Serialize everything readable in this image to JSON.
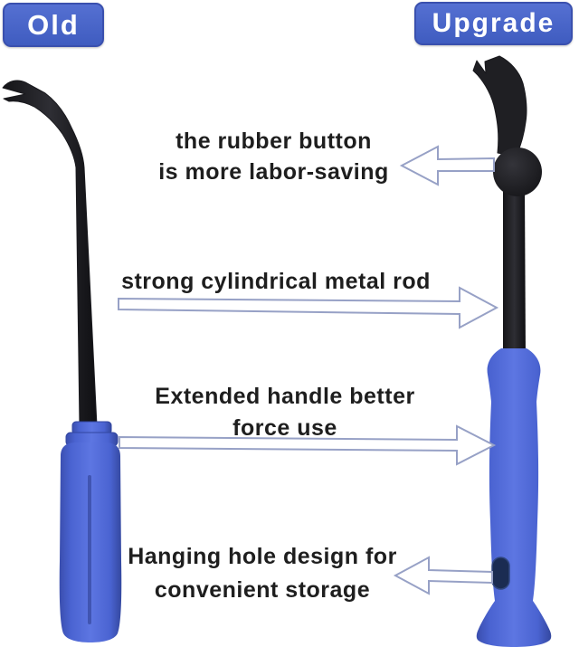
{
  "badges": {
    "old": "Old",
    "upgrade": "Upgrade"
  },
  "annotations": {
    "rubber_button": {
      "line1": "the rubber button",
      "line2": "is more labor-saving",
      "arrow_direction": "left"
    },
    "metal_rod": {
      "line1": "strong cylindrical metal rod",
      "arrow_direction": "right"
    },
    "extended_handle": {
      "line1": "Extended handle better",
      "line2": "force use",
      "arrow_direction": "right"
    },
    "hanging_hole": {
      "line1": "Hanging hole design for",
      "line2": "convenient storage",
      "arrow_direction": "left"
    }
  },
  "colors": {
    "background": "#ffffff",
    "badge_fill_top": "#5570d2",
    "badge_fill_bottom": "#3f5cc0",
    "badge_border": "#3a50ae",
    "badge_text": "#ffffff",
    "handle_blue": "#4a63d1",
    "tool_black": "#1f1f23",
    "hole_navy": "#1b2c52",
    "arrow_stroke": "#97a1c6",
    "arrow_fill": "#ffffff",
    "text": "#1e1e1e"
  }
}
